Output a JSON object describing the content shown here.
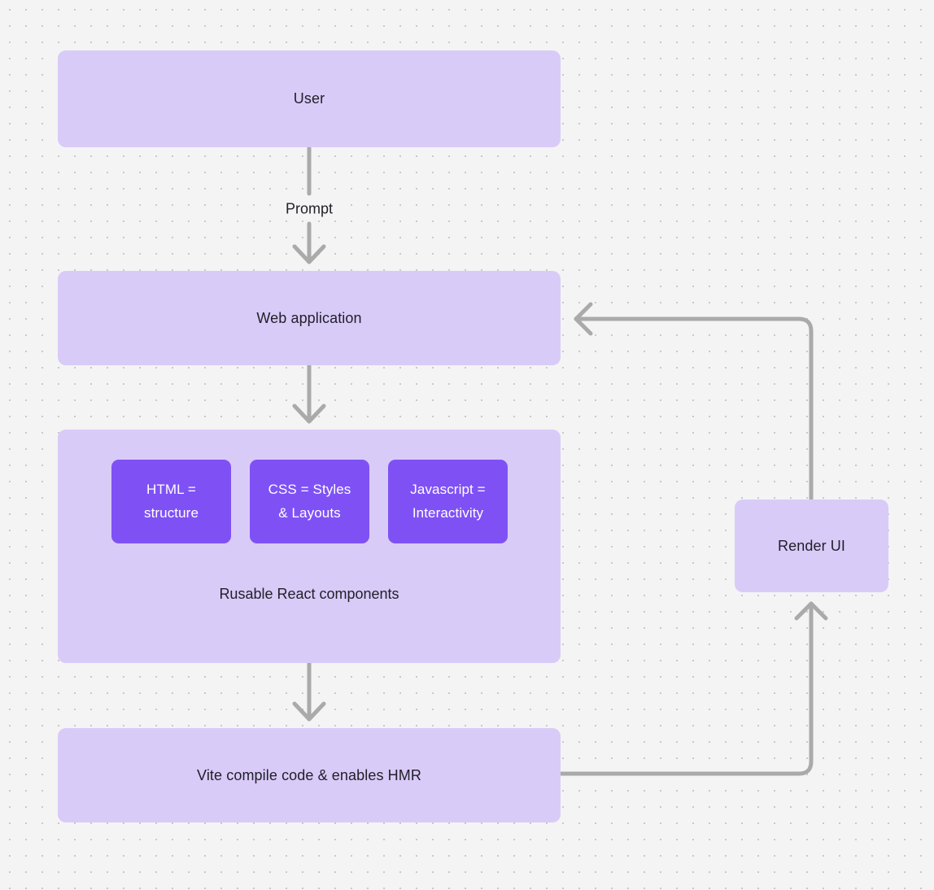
{
  "canvas": {
    "background_color": "#f4f4f4",
    "dot_color": "#c9c9c9",
    "node_fill": "#d9cbf8",
    "node_fill_accent": "#7f51f5",
    "edge_color": "#aaaaaa",
    "text_color": "#22202a",
    "text_color_inverse": "#ffffff"
  },
  "diagram": {
    "type": "flowchart",
    "nodes": {
      "user": {
        "label": "User"
      },
      "web_application": {
        "label": "Web application"
      },
      "components_group": {
        "caption": "Rusable React components"
      },
      "html": {
        "label": "HTML =\nstructure"
      },
      "css": {
        "label": "CSS = Styles\n& Layouts"
      },
      "javascript": {
        "label": "Javascript =\nInteractivity"
      },
      "vite": {
        "label": "Vite compile code & enables HMR"
      },
      "render_ui": {
        "label": "Render UI"
      }
    },
    "edges": [
      {
        "from": "user",
        "to": "web_application",
        "label": "Prompt"
      },
      {
        "from": "web_application",
        "to": "components_group",
        "label": ""
      },
      {
        "from": "components_group",
        "to": "vite",
        "label": ""
      },
      {
        "from": "vite",
        "to": "render_ui",
        "label": ""
      },
      {
        "from": "render_ui",
        "to": "web_application",
        "label": ""
      }
    ]
  }
}
